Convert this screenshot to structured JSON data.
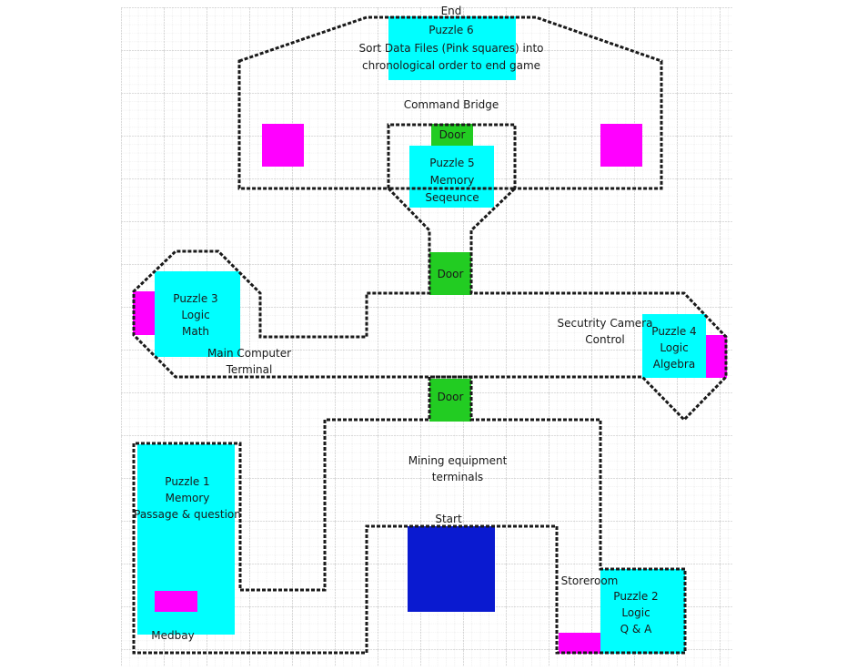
{
  "colors": {
    "grid_minor": "#cfcfcf",
    "grid_major": "#a8a8a8",
    "wall": "#1a1a1a",
    "puzzle": "#00ffff",
    "door": "#22cc22",
    "data_file": "#ff00ff",
    "start": "#0a1ad0"
  },
  "labels": {
    "end": "End",
    "p6_title": "Puzzle 6",
    "p6_line1": "Sort Data Files (Pink squares) into",
    "p6_line2": "chronological order to end game",
    "command_bridge": "Command Bridge",
    "door_bridge": "Door",
    "p5_title": "Puzzle 5",
    "p5_line1": "Memory",
    "p5_line2": "Seqeunce",
    "door_upper": "Door",
    "p3_title": "Puzzle 3",
    "p3_line1": "Logic",
    "p3_line2": "Math",
    "main_computer_1": "Main Computer",
    "main_computer_2": "Terminal",
    "security_1": "Secutrity Camera",
    "security_2": "Control",
    "p4_title": "Puzzle 4",
    "p4_line1": "Logic",
    "p4_line2": "Algebra",
    "door_lower": "Door",
    "mining_1": "Mining equipment",
    "mining_2": "terminals",
    "p1_title": "Puzzle 1",
    "p1_line1": "Memory",
    "p1_line2": "Passage & question",
    "medbay": "Medbay",
    "start": "Start",
    "storeroom": "Storeroom",
    "p2_title": "Puzzle 2",
    "p2_line1": "Logic",
    "p2_line2": "Q & A"
  }
}
